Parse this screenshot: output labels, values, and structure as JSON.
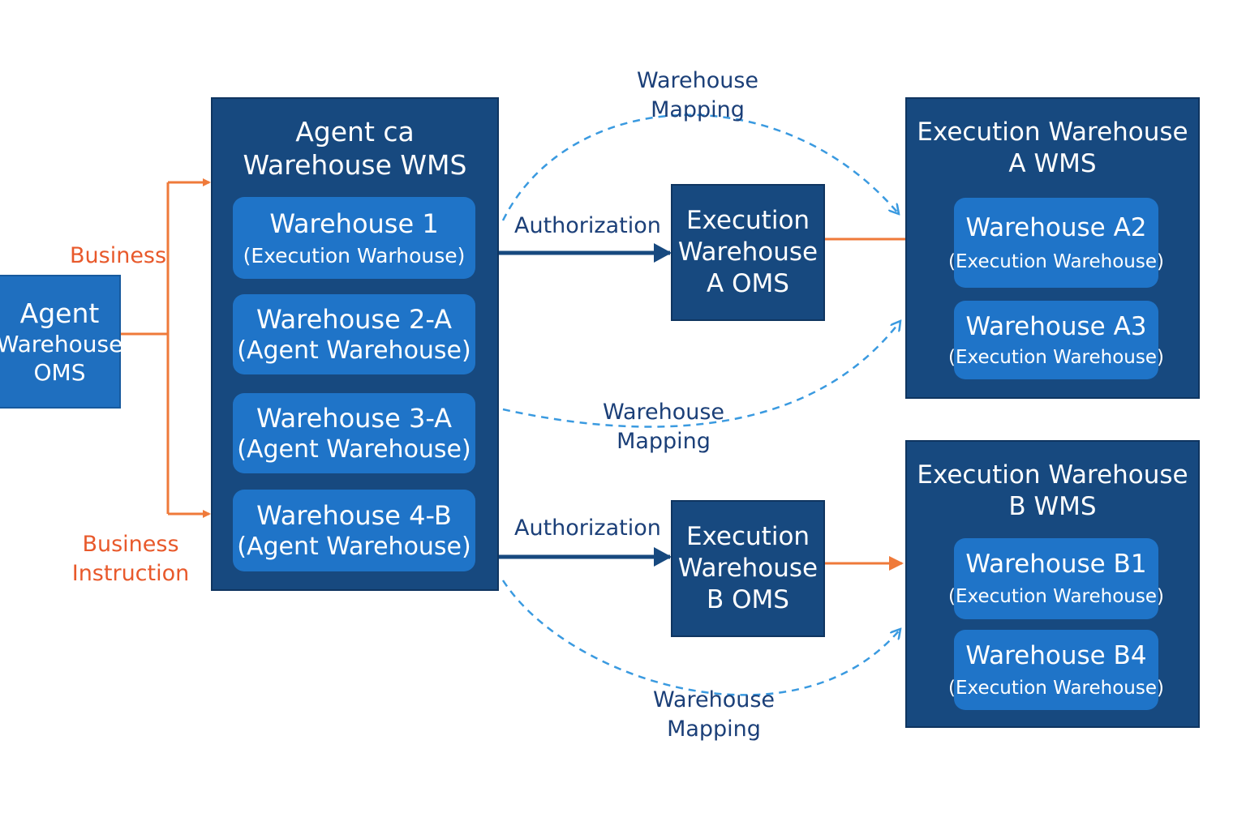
{
  "agent_oms": {
    "line1": "Agent",
    "line2": "Warehouse",
    "line3": "OMS"
  },
  "agent_wms": {
    "title_line1": "Agent ca",
    "title_line2": "Warehouse WMS",
    "items": [
      {
        "name": "Warehouse 1",
        "type": "(Execution Warhouse)"
      },
      {
        "name": "Warehouse 2-A",
        "type": "(Agent Warehouse)"
      },
      {
        "name": "Warehouse 3-A",
        "type": "(Agent Warehouse)"
      },
      {
        "name": "Warehouse 4-B",
        "type": "(Agent Warehouse)"
      }
    ]
  },
  "oms_a": {
    "line1": "Execution",
    "line2": "Warehouse",
    "line3": "A OMS"
  },
  "oms_b": {
    "line1": "Execution",
    "line2": "Warehouse",
    "line3": "B OMS"
  },
  "wms_a": {
    "title_line1": "Execution Warehouse",
    "title_line2": "A WMS",
    "items": [
      {
        "name": "Warehouse A2",
        "type": "(Execution Warehouse)"
      },
      {
        "name": "Warehouse A3",
        "type": "(Execution Warehouse)"
      }
    ]
  },
  "wms_b": {
    "title_line1": "Execution Warehouse",
    "title_line2": "B WMS",
    "items": [
      {
        "name": "Warehouse B1",
        "type": "(Execution Warehouse)"
      },
      {
        "name": "Warehouse B4",
        "type": "(Execution Warehouse)"
      }
    ]
  },
  "labels": {
    "business": "Business",
    "business_instruction_line1": "Business",
    "business_instruction_line2": "Instruction",
    "authorization_a": "Authorization",
    "authorization_b": "Authorization",
    "mapping_top_line1": "Warehouse",
    "mapping_top_line2": "Mapping",
    "mapping_mid_line1": "Warehouse",
    "mapping_mid_line2": "Mapping",
    "mapping_bottom_line1": "Warehouse",
    "mapping_bottom_line2": "Mapping"
  },
  "colors": {
    "dark_box": "#17497f",
    "light_box": "#1f74c8",
    "orange": "#e8592b",
    "solid_arrow": "#17497f",
    "dashed_arrow": "#3a9ae0",
    "blue_text": "#1b3f78"
  }
}
